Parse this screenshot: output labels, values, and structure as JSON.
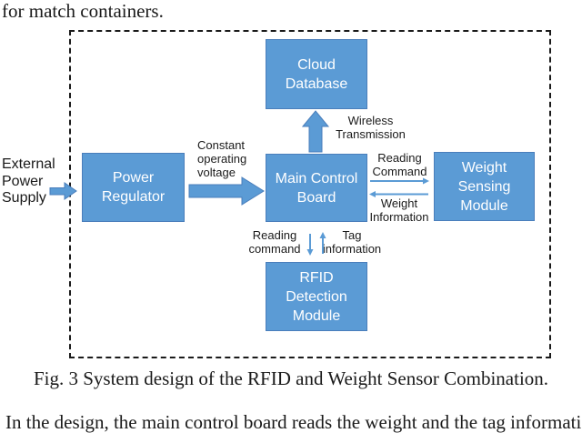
{
  "colors": {
    "block_fill": "#5b9bd5",
    "block_border": "#4a7ebb",
    "block_text": "#ffffff",
    "arrow_fill": "#5b9bd5",
    "arrow_border": "#4a7ebb",
    "thin_arrow": "#5b9bd5",
    "frame": "#1a1a1a",
    "text": "#1a1a1a"
  },
  "page": {
    "top_paragraph": "for match containers.",
    "caption": "Fig. 3 System design of the RFID and Weight Sensor Combination.",
    "clipped_paragraph": "In the design, the main control board reads the weight and the tag information and uploads both to the cloud database."
  },
  "diagram": {
    "blocks": {
      "cloud_database": "Cloud\nDatabase",
      "power_regulator": "Power\nRegulator",
      "main_control_board": "Main Control\nBoard",
      "weight_sensing_module": "Weight\nSensing\nModule",
      "rfid_detection_module": "RFID\nDetection\nModule"
    },
    "labels": {
      "external_power_supply": "External\nPower\nSupply",
      "constant_operating_voltage": "Constant\noperating\nvoltage",
      "wireless_transmission": "Wireless\nTransmission",
      "reading_command_weight": "Reading\nCommand",
      "weight_information": "Weight\nInformation",
      "reading_command_rfid": "Reading\ncommand",
      "tag_information": "Tag\ninformation"
    }
  }
}
